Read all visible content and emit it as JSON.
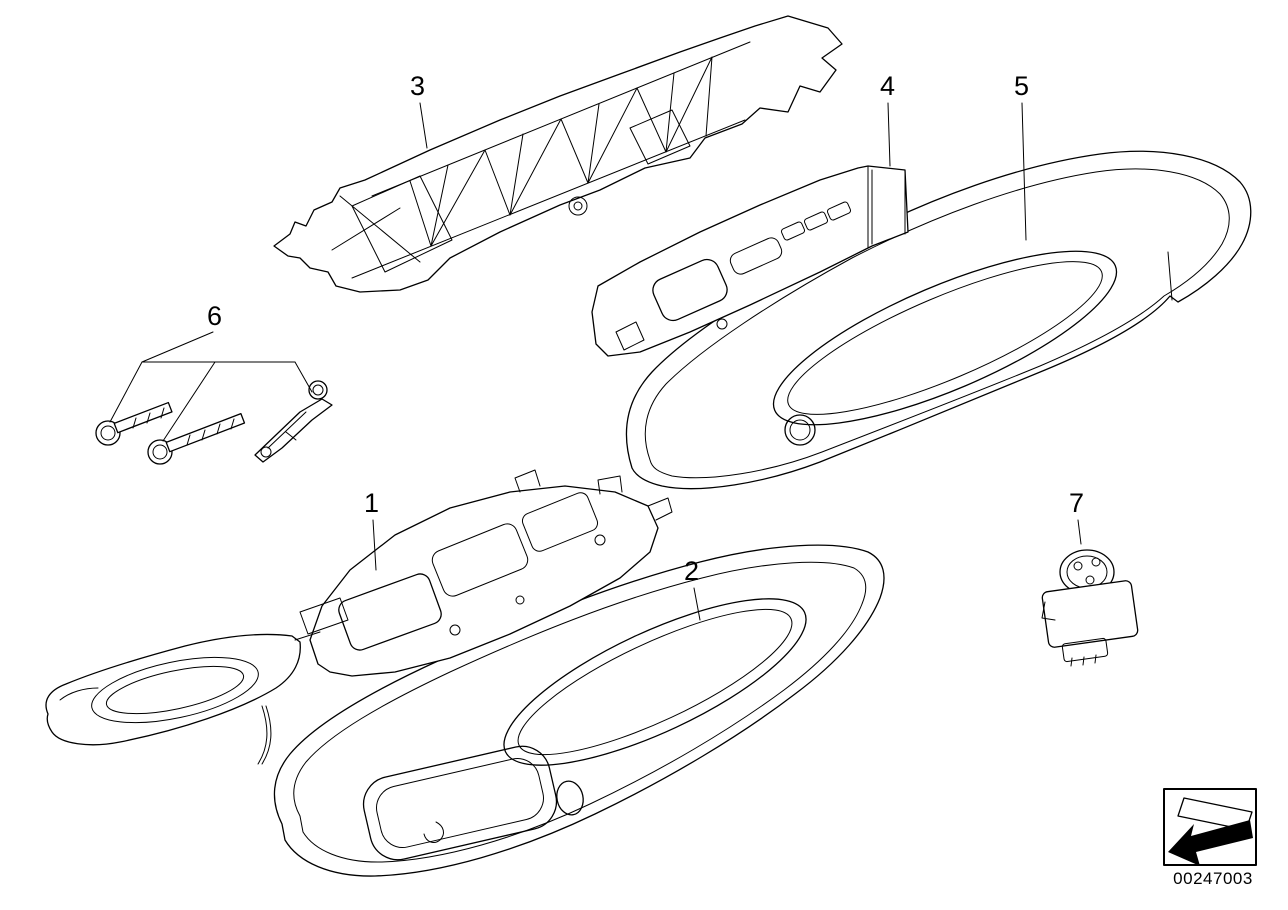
{
  "diagram": {
    "background": "#ffffff",
    "line_color": "#000000",
    "callouts": [
      {
        "label": "1"
      },
      {
        "label": "2"
      },
      {
        "label": "3"
      },
      {
        "label": "4"
      },
      {
        "label": "5"
      },
      {
        "label": "6"
      },
      {
        "label": "7"
      }
    ],
    "footer": {
      "doc_number": "00247003",
      "direction_icon": "arrow-down-left"
    }
  }
}
